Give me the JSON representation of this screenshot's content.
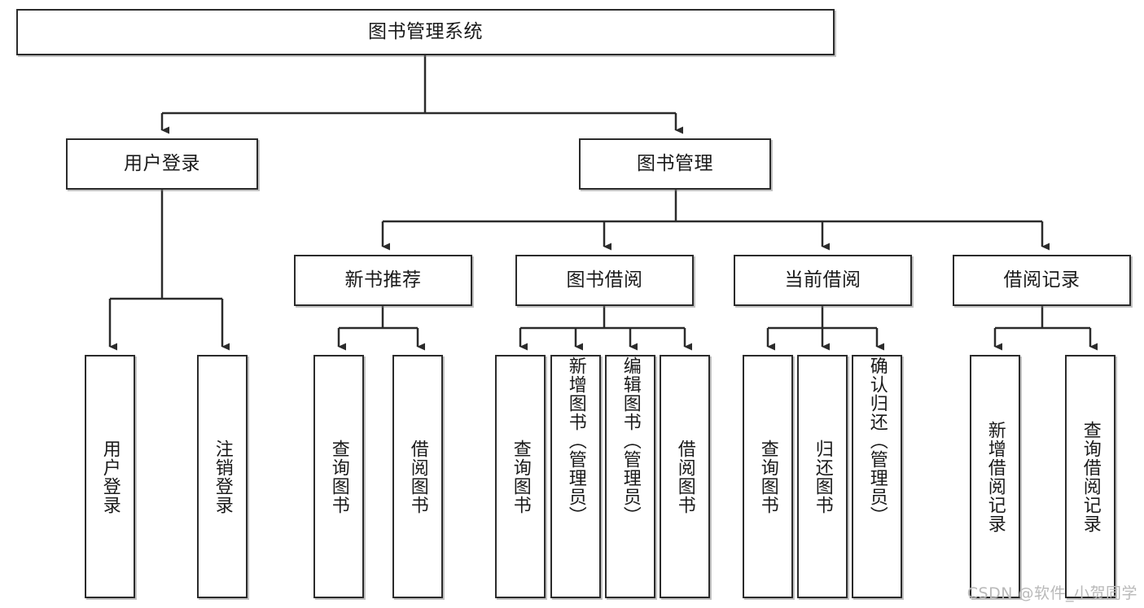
{
  "diagram": {
    "title": "图书管理系统",
    "type": "hierarchy-tree",
    "root": {
      "label": "图书管理系统"
    },
    "level2": [
      {
        "label": "用户登录"
      },
      {
        "label": "图书管理"
      }
    ],
    "level3": [
      {
        "label": "新书推荐"
      },
      {
        "label": "图书借阅"
      },
      {
        "label": "当前借阅"
      },
      {
        "label": "借阅记录"
      }
    ],
    "leaves": {
      "user_login": [
        {
          "label": "用户登录"
        },
        {
          "label": "注销登录"
        }
      ],
      "new_book_recommend": [
        {
          "label": "查询图书"
        },
        {
          "label": "借阅图书"
        }
      ],
      "book_borrow": [
        {
          "label": "查询图书"
        },
        {
          "label": "新增图书（管理员）"
        },
        {
          "label": "编辑图书（管理员）"
        },
        {
          "label": "借阅图书"
        }
      ],
      "current_borrow": [
        {
          "label": "查询图书"
        },
        {
          "label": "归还图书"
        },
        {
          "label": "确认归还（管理员）"
        }
      ],
      "borrow_record": [
        {
          "label": "新增借阅记录"
        },
        {
          "label": "查询借阅记录"
        }
      ]
    }
  },
  "watermark": {
    "text": "CSDN @软件_小贺同学"
  },
  "colors": {
    "border": "#2b2b2b",
    "background": "#ffffff",
    "text": "#1a1a1a",
    "watermark": "#b9b9b9"
  }
}
